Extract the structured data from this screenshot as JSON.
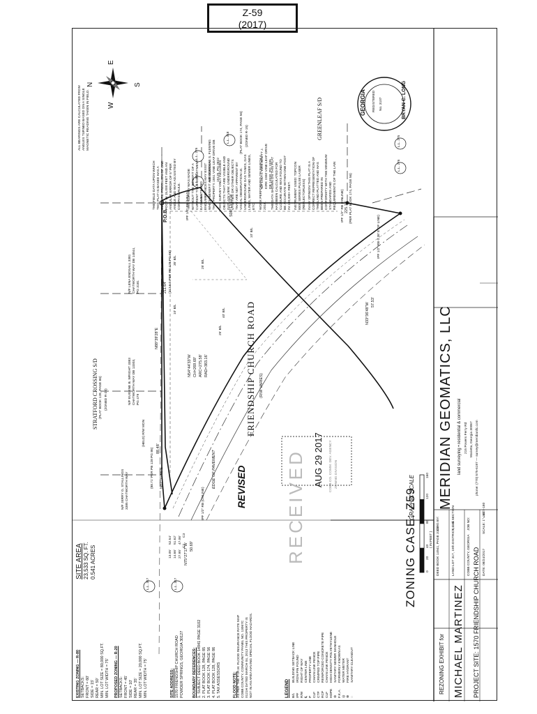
{
  "case_tag": {
    "code": "Z-59",
    "year": "(2017)"
  },
  "zoning": {
    "existing_title": "EXISTING ZONING — R-80",
    "existing_lines": [
      "SETBACKS:",
      "FRONT = 60'",
      "SIDE = 15'",
      "REAR = 50'",
      "MIN. LOT SIZE = 80,000 SQ.FT.",
      "MIN. LOT WIDTH = 75'"
    ],
    "proposed_title": "PROPOSED ZONING — R-20",
    "proposed_lines": [
      "SETBACKS:",
      "FRONT = 45'",
      "SIDE = 10'",
      "REAR = 35'",
      "MIN. LOT SIZE = 20,000 SQ.FT.",
      "MIN. LOT WIDTH = 75'"
    ]
  },
  "site_address": {
    "title": "SITE ADDRESS:",
    "lines": [
      "1570 FRIENDSHIP CHURCH ROAD",
      "POWDER SPRINGS, GEORGIA 30127"
    ]
  },
  "boundary_refs": {
    "title": "BOUNDARY REFERENCES:",
    "lines": [
      "1. SUBJECT DEED BOOK 14941 PAGE 3102",
      "2. PLAT BOOK 128, PAGE 85",
      "3. PLAT BOOK 174, PAGE 56",
      "4. PLAT BOOK 128, PAGE 86",
      "5. TAX ASSESSORS"
    ]
  },
  "flood": {
    "title": "FLOOD NOTE:",
    "lines": [
      "AS PER THE F.I.R.M. FLOOD INSURANCE RATE MAP",
      "COBB COUNTY, COMMUNITY PANEL NO. 13067C",
      "0121H DATED MARCH 04, 2013 THIS PROPERTY IS",
      "NOT IN AN AREA HAVING SPECIAL FLOOD HAZARDS."
    ]
  },
  "legend": {
    "title": "LEGEND",
    "items": [
      {
        "code": "B/L",
        "label": "BUILDING SETBACK LINE"
      },
      {
        "code": "IPF",
        "label": "IRON PIN FOUND"
      },
      {
        "code": "R/W",
        "label": "RIGHT OF WAY"
      },
      {
        "code": "℄",
        "label": "CENTER LINE"
      },
      {
        "code": "P",
        "label": "PROPERTY LINE"
      },
      {
        "code": "CLF",
        "label": "CHAIN LINK FENCE"
      },
      {
        "code": "CTP",
        "label": "CRIMPED TOP PIPE"
      },
      {
        "code": "RCP",
        "label": "REINFORCED CONCRETE PIPE"
      },
      {
        "code": "CLF",
        "label": "CHAIN LINK FENCE"
      },
      {
        "code": "HDPE",
        "label": "HIGH DENSITY POLYETHYLENE"
      },
      {
        "code": "⊚",
        "label": "SANITARY SEWER MANHOLE"
      },
      {
        "code": "F.K.A.",
        "label": "FORMERLY KNOWN AS"
      },
      {
        "code": "◎",
        "label": "WATER METER"
      },
      {
        "code": "⊕",
        "label": "FIRE HYDRANT"
      },
      {
        "code": "◌",
        "label": "SANITARY CLEANOUT"
      }
    ]
  },
  "site_area": {
    "title": "SITE AREA",
    "sqft": "23,533 SQ. FT.",
    "acres": "0.541 ACRES"
  },
  "title_block": {
    "exhibit": "REZONING EXHIBIT for",
    "owner": "MICHAEL MARTINEZ",
    "project": "PROJECT SITE: 1570 FRIENDSHIP CHURCH ROAD",
    "zoning_case": "ZONING CASE: Z59",
    "deed": "DEED BOOK 14941, PAGE 3102",
    "land_lot": "LAND LOT 317, 19th DISTRICT, 2nd SECTION",
    "county": "COBB COUNTY, GEORGIA",
    "date": "DATE: 08/24/2017",
    "scale": "SCALE: 1\"= 40'",
    "dwg_label": "DWG BY:",
    "dwg_by": "S.C.D.",
    "job_label": "JOB NO:",
    "job_no": "2017-180"
  },
  "graphic_scale": {
    "title": "GRAPHIC SCALE",
    "ticks": [
      "0",
      "20",
      "40",
      "80",
      "120",
      "160"
    ],
    "unit": "( IN FEET )"
  },
  "company": {
    "name": "MERIDIAN GEOMATICS, LLC",
    "tagline": "land surveying • residential & commercial",
    "address": "215 Powers Ferry Rd",
    "city": "Marietta, Georgia 30067",
    "contact": "phone: (770) 575-6197 — survey@meridianllc.com"
  },
  "notes": [
    "ALL BEARINGS ARE CALCULATED FROM ANGLES TURNED BASED ON A SINGLE MAGNETIC READING TAKEN IN FIELD.",
    "THE FIELD DATA UPON WHICH THIS PLAT IS BASED HAS A CLOSURE PRECISION OF ONE FOOT IN 15,000 FEET AND AN ANGULAR ERROR OF 5\" PER ANGLE AND WAS ADJUSTED BY COMPASS RULE.",
    "THIS SURVEY WAS MADE WITHOUT THE BENEFIT OF A CURRENT TITLE COMMITMENT. EASEMENTS AND ENCUMBRANCES MAY EXIST WHICH BENEFIT AND BURDEN THIS PROPERTY.",
    "THIS SURVEY ONLY INCLUDES OBJECTS THAT ARE VISIBLE AND IN PLAIN VIEW. UNDERGROUND UTILITIES OR OTHER OBJECTS THAT ARE NOT APPARENT BY VISUAL OBSERVATION I.E. UNDERGROUND GAS TANKS, GAS LINES, WATER AND SEWER LINES, ETC.",
    "WORK PERFORMED ON MARCH 4, 2016.",
    "THE DATA SHOWN ON THIS PLAT HAS BEEN CALCULATED FOR CLOSURE AND WAS FOUND TO BE ACCURATE WITHIN ONE FOOT IN 100,000+ FEET.",
    "INSTRUMENT USED: TOPCON 8000 SERIES PULSE LASER (REFLECTORLESS)",
    "IN MY OPINION THIS PLAT IS A CORRECT REPRESENTATION OF THE LAND PLATTED AND HAS BEEN PREPARED IN CONFORMITY WITH THE MINIMUM STANDARDS AND REQUIREMENTS OF THE LAW."
  ],
  "seal": {
    "state": "GEORGIA",
    "number": "No. 3107",
    "name": "BRYAN C. LONG",
    "type": "REGISTERED"
  },
  "compass": {
    "n": "N",
    "s": "S",
    "e": "E",
    "w": "W"
  },
  "stamp": {
    "revised": "REVISED",
    "received": "RECEIVED",
    "date": "AUG 29 2017",
    "agency": "COBB CO. COMM. DEV. AGENCY",
    "division": "ZONING DIVISION"
  },
  "plat": {
    "road_name": "FRIENDSHIP CHURCH ROAD",
    "road_rw": "(R/W VARIES)",
    "edge": "EDGE OF PAVEMENT",
    "stratford": "STRATFORD CROSSING S/D",
    "stratford_pb": "(PLAT BOOK 128, PAGE 86)",
    "stratford_zone": "(ZONED R-20)",
    "greenleaf": "GREENLEAF S/D",
    "greenleaf_pb": "(PLAT BOOK 174, PAGE 56)",
    "greenleaf_zone": "(ZONED R-15)",
    "lot_stallings": "N/F JERRY G. STALLINGS 3385 CHATWORTH WAY",
    "lot_wright": "N/F EUGENE B. WRIGHT 3383 CHATWORTH WAY DB 13303, PG 479",
    "lot_endsall": "N/F LENA ENDSALL 3381 CHATWORTH WAY DB 14844, PG 3181",
    "lot_fleming": "N/F DOUGLAS S. FLEMING 1551 VINE LEAF DRIVE DB 15125, PG 2822",
    "lot_kirk": "N/F LISA J. KIRK BRETT J. KIRK 1550 VINE LEAF DRIVE DB 14930, PG 1905",
    "brg_north": "N88°39'28\"E",
    "dist_north": "211.64'",
    "dist_north_ref": "(213.54' PER PB 128 PG 86)",
    "brg_west": "N87°31'46\"E",
    "dist_west": "88.48'",
    "dist_west_ref": "(88.71' PER PB 128 PG 86)",
    "brg_east": "S00°13'10\"W",
    "dist_east": "225.13'",
    "dist_east_ref": "(PER PLAT BOOK 174, PAGE 56)",
    "curve_ch": "N54°44'33\"W",
    "curve_chd": "CH=269.69'",
    "curve_arc": "ARC=275.58'",
    "curve_rad": "RAD=383.16'",
    "brg_sw": "N75°27'17\"W",
    "dist_sw": "50.69'",
    "brg_se": "N33°36'48\"W",
    "dist_se": "57.53'",
    "pob": "P.O.B.",
    "ipf_rb": "IPF 1/2\" RB (HELD)",
    "ipf_online": "IPF 1/2\" RB (ONLINE)",
    "ipf_sw": "IPF 1/2\" RB (ONLINE)",
    "ipf_se": "IPF 1/2\" RB 0.38' E OF LINE)",
    "rw_mon": "(HELD) R/W MON",
    "setback_10": "10' B/L",
    "setback_10b": "10' B/L",
    "setback_25": "25' B/L",
    "setback_35": "35' B/L",
    "setback_40": "40' B/L",
    "setback_tie": "25' B/L",
    "ll_a": "L.L. 276",
    "ll_b": "L.L. 317",
    "ll_c": "L.L. 318",
    "ll_d": "L.L. 275",
    "ll_e": "L.L. 276",
    "ll_f": "L.L. 317",
    "ll_g": "L.L. 317",
    "ll_h": "L.L. 276",
    "ll_i": "L.L. 317",
    "dims_small": [
      "52.54'",
      "51.62'",
      "47.06'",
      "27.95'",
      "14.66'",
      "13.05'",
      "C2",
      "C3"
    ]
  }
}
